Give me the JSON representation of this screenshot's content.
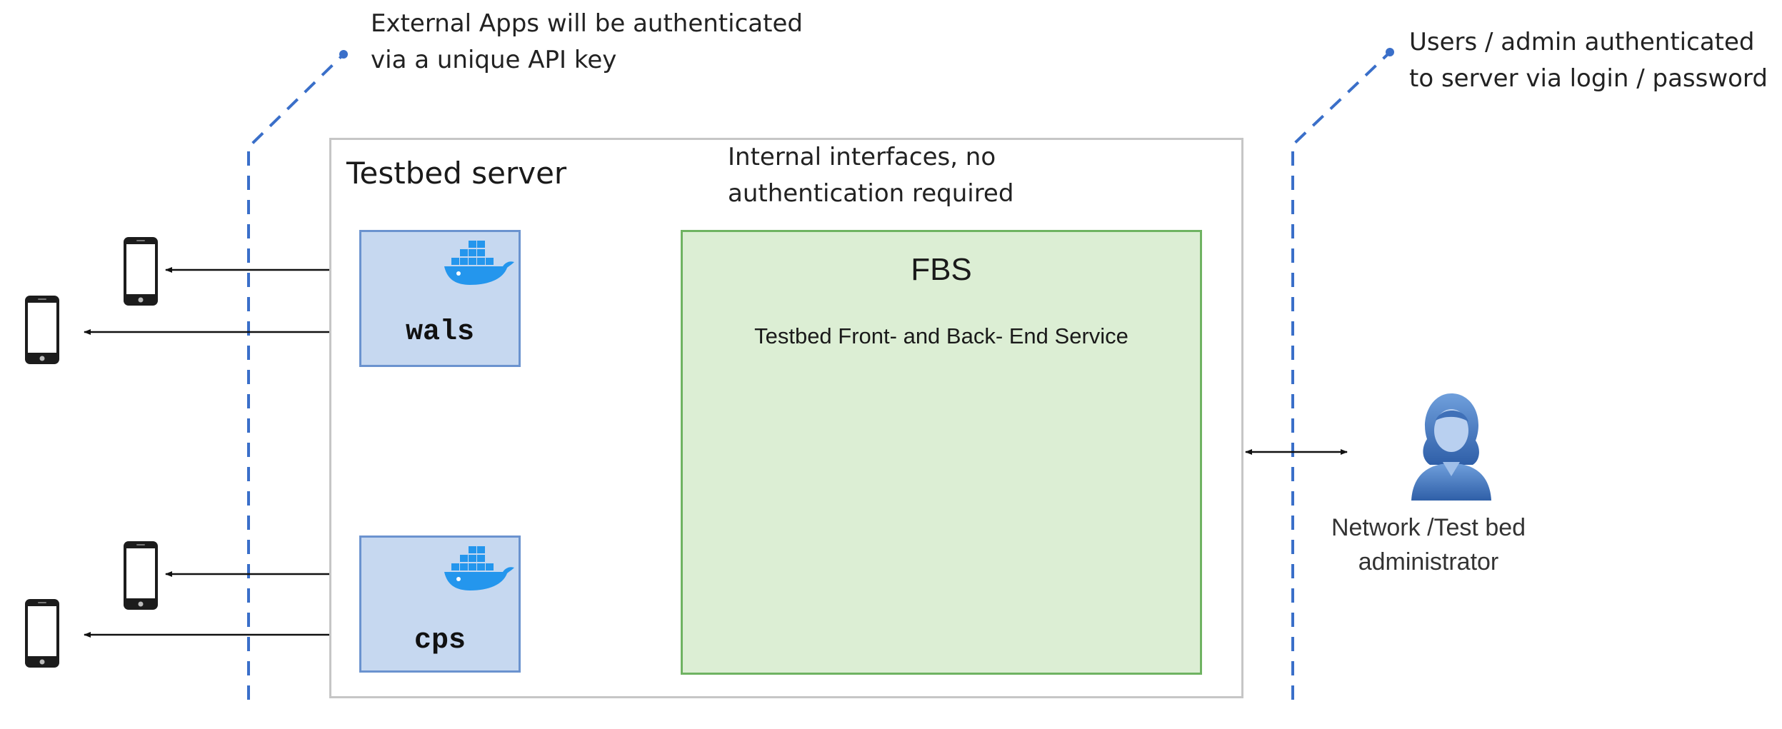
{
  "annotations": {
    "external_apps": [
      "External Apps will be authenticated",
      "via a unique API key"
    ],
    "users_admin": [
      "Users / admin authenticated",
      "to server via login / password"
    ],
    "internal": [
      "Internal interfaces, no",
      "authentication required"
    ]
  },
  "server": {
    "title": "Testbed server"
  },
  "services": [
    {
      "label": "wals",
      "icon": "docker-whale-icon"
    },
    {
      "label": "cps",
      "icon": "docker-whale-icon"
    }
  ],
  "fbs": {
    "title": "FBS",
    "subtitle": "Testbed Front- and Back- End Service"
  },
  "admin": {
    "label": [
      "Network /Test bed",
      "administrator"
    ],
    "icon": "administrator-person-icon"
  },
  "colors": {
    "dashed_line": "#3a6fc9",
    "service_fill": "#c6d8f0",
    "service_border": "#6b93cf",
    "fbs_fill": "#dceed4",
    "fbs_border": "#6fb362",
    "server_border": "#c6c6c6",
    "admin_icon": "#4f7fc0"
  }
}
